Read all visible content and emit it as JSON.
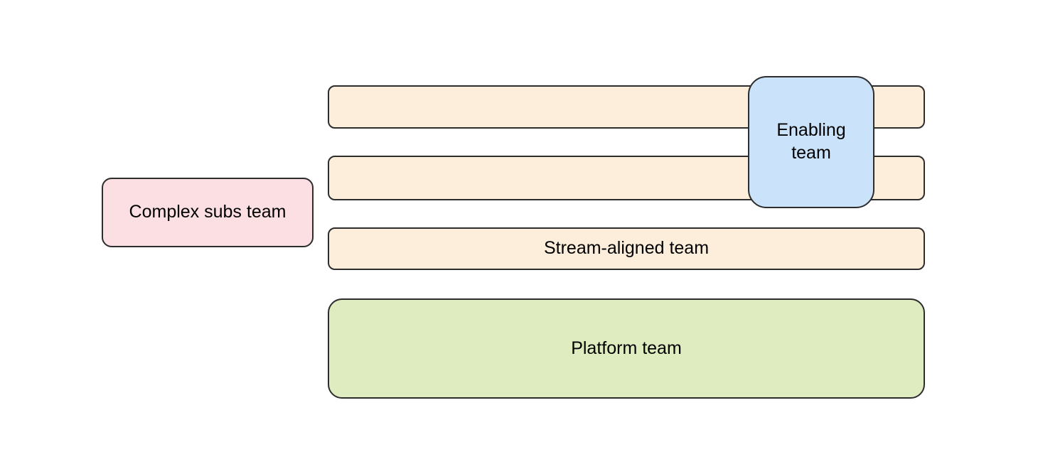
{
  "diagram": {
    "background": "#ffffff",
    "stroke_color": "#2d2d2d",
    "text_color": "#000000",
    "nodes": {
      "stream_bar_1": {
        "label": "",
        "fill": "#fdeedb"
      },
      "stream_bar_2": {
        "label": "",
        "fill": "#fdeedb"
      },
      "stream_bar_3": {
        "label": "Stream-aligned team",
        "fill": "#fdeedb"
      },
      "enabling": {
        "label": "Enabling team",
        "lines": [
          "Enabling",
          "team"
        ],
        "fill": "#cbe3fa"
      },
      "complex_subs": {
        "label": "Complex subs team",
        "fill": "#fbdfe3"
      },
      "platform": {
        "label": "Platform team",
        "fill": "#dfecc0"
      }
    }
  }
}
